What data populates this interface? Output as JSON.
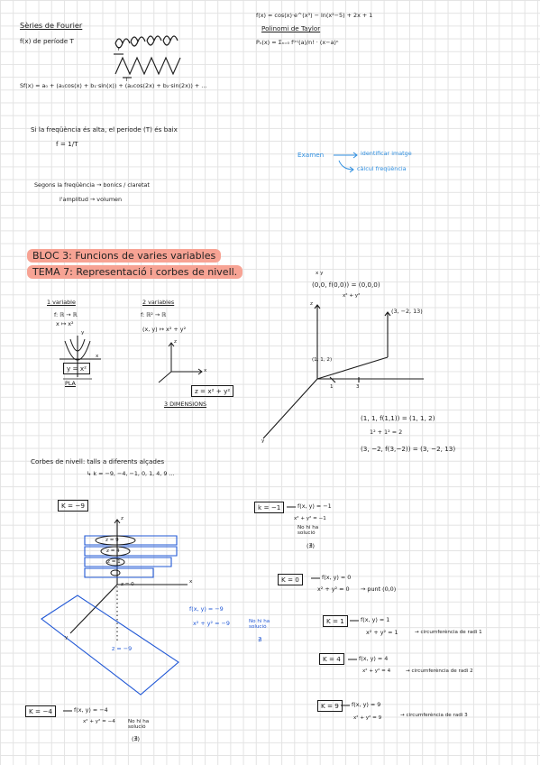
{
  "fourier": {
    "title": "Sèries de Fourier",
    "period_label": "f(x) de període T",
    "t_mark": "T",
    "t_mark_bottom": "T",
    "series": "Sf(x) = a₀ + (a₁cos(x) + b₁·sin(x)) + (a₂cos(2x) + b₂·sin(2x)) + ...",
    "freq_sentence": "Si la freqüència és alta, el període (T) és baix",
    "freq_formula": "f = 1/T",
    "segons": "Segons la freqüència → bonics / claretat",
    "amplitud": "l'amplitud → volumen"
  },
  "taylor": {
    "func": "f(x) = cos(x)·e^(x³) − ln(x²−5) + 2x + 1",
    "title": "Polinomi de Taylor",
    "formula": "Pₙ(x) = Σₙ₌₀ f⁽ⁿ⁾(a)/n! · (x−a)ⁿ"
  },
  "exam_note": {
    "label": "Examen",
    "item1": "identificar imatge",
    "item2": "càlcul freqüència",
    "color": "#2f8fe0"
  },
  "bloc": {
    "heading": "BLOC 3: Funcions de varies variables",
    "tema": "TEMA 7: Representació i corbes de nivell.",
    "highlight_color": "#f7a394"
  },
  "one_var": {
    "title": "1 variable",
    "map": "f: ℝ → ℝ",
    "rule": "x ↦ x²",
    "box": "y = x²",
    "axis_y": "y",
    "axis_x": "x",
    "caption": "PLA"
  },
  "two_var": {
    "title": "2 variables",
    "map": "f: ℝ² → ℝ",
    "rule": "(x, y) ↦ x² + y²",
    "box": "z = x² + y²",
    "axis_z": "z",
    "axis_x": "x",
    "caption": "3 DIMENSIONS"
  },
  "plot3d": {
    "origin_formula": "(0,0, f(0,0)) = (0,0,0)",
    "origin_sub": "x² + y²",
    "top_xy": "x  y",
    "point_a": "(3, −2, 13)",
    "point_b": "(1, 1, 2)",
    "axis_z": "z",
    "axis_y": "y",
    "tick_1": "1",
    "tick_3": "3",
    "calc1": "(1, 1, f(1,1)) = (1, 1, 2)",
    "calc1_sub": "1² + 1² = 2",
    "calc2": "(3, −2, f(3,−2)) = (3, −2, 13)"
  },
  "level_curves": {
    "definition": "Corbes de nivell: talls a diferents alçades",
    "k_values": "↳ k = −9, −4, −1, 0, 1, 4, 9 ...",
    "diagram": {
      "k_box": "K = −9",
      "axis_z": "z",
      "axis_x": "x",
      "axis_y": "y",
      "levels": [
        "z = 9",
        "z = 4",
        "z = 1",
        "z = 0"
      ],
      "plane_label": "z = −9",
      "eq1": "f(x, y) = −9",
      "eq2": "x² + y² = −9",
      "no_sol": "No hi ha solució",
      "empty": "∄",
      "blue": "#2158d6"
    },
    "cases": [
      {
        "k": "k = −1",
        "f": "f(x, y) = −1",
        "eq": "x² + y² = −1",
        "note": "No hi ha solució",
        "result": "(∄)"
      },
      {
        "k": "K = 0",
        "f": "f(x, y) = 0",
        "eq": "x² + y² = 0",
        "result": "→ punt (0,0)"
      },
      {
        "k": "K = 1",
        "f": "f(x, y) = 1",
        "eq": "x² + y² = 1",
        "result": "→ circumferència de radi 1"
      },
      {
        "k": "K = 4",
        "f": "f(x, y) = 4",
        "eq": "x² + y² = 4",
        "result": "→ circumferència de radi 2"
      },
      {
        "k": "K = 9",
        "f": "f(x, y) = 9",
        "eq": "x² + y² = 9",
        "result": "→ circumferència de radi 3"
      },
      {
        "k": "K = −4",
        "f": "f(x, y) = −4",
        "eq": "x² + y² = −4",
        "note": "No hi ha solució",
        "result": "(∄)"
      }
    ]
  }
}
